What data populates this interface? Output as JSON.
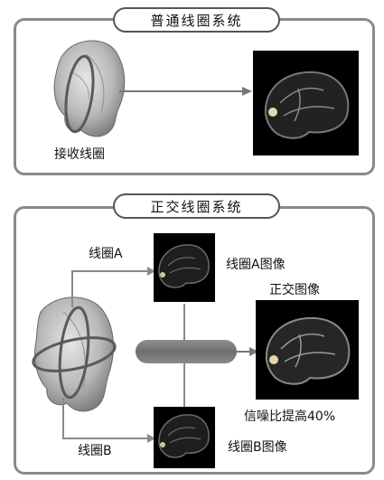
{
  "panel1": {
    "title": "普通线圈系统",
    "coil_label": "接收线圈"
  },
  "panel2": {
    "title": "正交线圈系统",
    "coil_a_label": "线圈A",
    "coil_b_label": "线圈B",
    "image_a_label": "线圈A图像",
    "image_b_label": "线圈B图像",
    "result_label": "正交图像",
    "snr_label": "信噪比提高40%"
  }
}
